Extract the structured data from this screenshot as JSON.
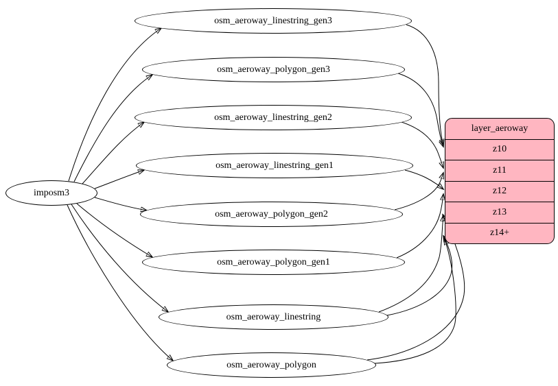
{
  "diagram": {
    "background": "#ffffff",
    "source_node": {
      "label": "imposm3"
    },
    "table_nodes": [
      {
        "label": "osm_aeroway_linestring_gen3"
      },
      {
        "label": "osm_aeroway_polygon_gen3"
      },
      {
        "label": "osm_aeroway_linestring_gen2"
      },
      {
        "label": "osm_aeroway_linestring_gen1"
      },
      {
        "label": "osm_aeroway_polygon_gen2"
      },
      {
        "label": "osm_aeroway_polygon_gen1"
      },
      {
        "label": "osm_aeroway_linestring"
      },
      {
        "label": "osm_aeroway_polygon"
      }
    ],
    "layer_node": {
      "title": "layer_aeroway",
      "rows": [
        "z10",
        "z11",
        "z12",
        "z13",
        "z14+"
      ],
      "fill": "#ffb6c1",
      "stroke": "#000000"
    },
    "edges": [
      {
        "from": "imposm3",
        "to": "osm_aeroway_linestring_gen3"
      },
      {
        "from": "imposm3",
        "to": "osm_aeroway_polygon_gen3"
      },
      {
        "from": "imposm3",
        "to": "osm_aeroway_linestring_gen2"
      },
      {
        "from": "imposm3",
        "to": "osm_aeroway_linestring_gen1"
      },
      {
        "from": "imposm3",
        "to": "osm_aeroway_polygon_gen2"
      },
      {
        "from": "imposm3",
        "to": "osm_aeroway_polygon_gen1"
      },
      {
        "from": "imposm3",
        "to": "osm_aeroway_linestring"
      },
      {
        "from": "imposm3",
        "to": "osm_aeroway_polygon"
      },
      {
        "from": "osm_aeroway_linestring_gen3",
        "to": "layer_aeroway:z10"
      },
      {
        "from": "osm_aeroway_polygon_gen3",
        "to": "layer_aeroway:z10"
      },
      {
        "from": "osm_aeroway_linestring_gen2",
        "to": "layer_aeroway:z11"
      },
      {
        "from": "osm_aeroway_polygon_gen2",
        "to": "layer_aeroway:z11"
      },
      {
        "from": "osm_aeroway_linestring_gen1",
        "to": "layer_aeroway:z12"
      },
      {
        "from": "osm_aeroway_polygon_gen1",
        "to": "layer_aeroway:z12"
      },
      {
        "from": "osm_aeroway_linestring",
        "to": "layer_aeroway:z13"
      },
      {
        "from": "osm_aeroway_linestring",
        "to": "layer_aeroway:z14+"
      },
      {
        "from": "osm_aeroway_polygon",
        "to": "layer_aeroway:z13"
      },
      {
        "from": "osm_aeroway_polygon",
        "to": "layer_aeroway:z14+"
      }
    ]
  }
}
